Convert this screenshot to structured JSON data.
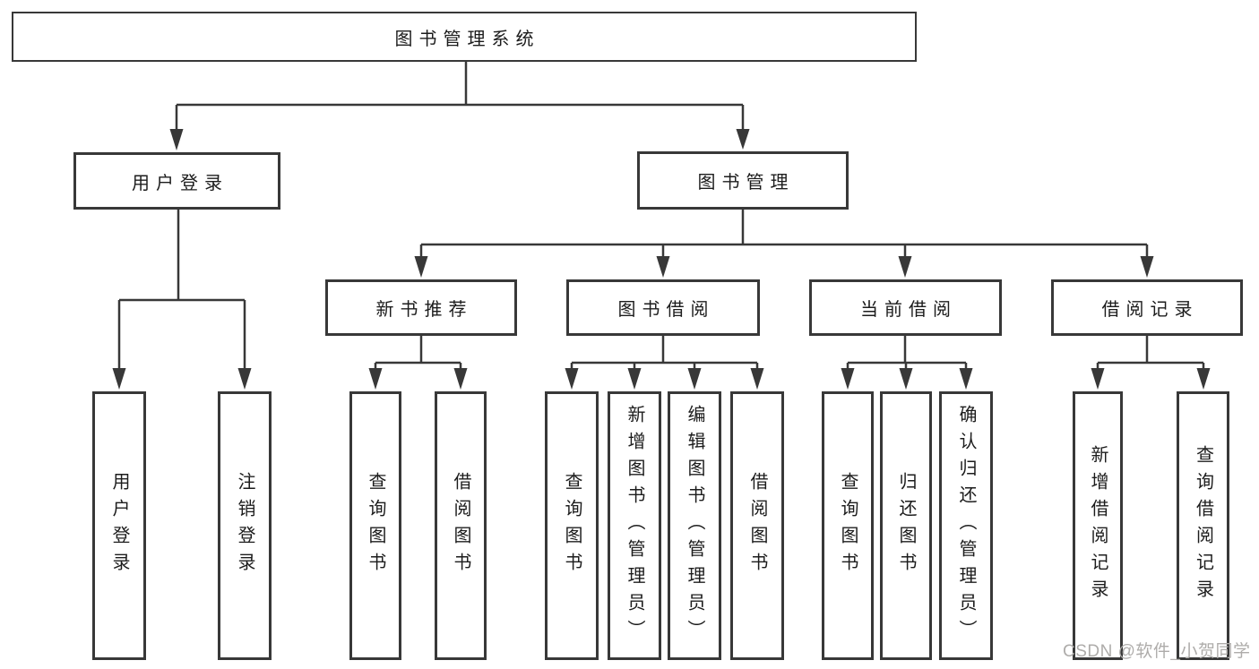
{
  "diagram": {
    "root": {
      "label": "图书管理系统",
      "children": [
        {
          "label": "用户登录",
          "children": [
            {
              "label": "用户登录"
            },
            {
              "label": "注销登录"
            }
          ]
        },
        {
          "label": "图书管理",
          "children": [
            {
              "label": "新书推荐",
              "children": [
                {
                  "label": "查询图书"
                },
                {
                  "label": "借阅图书"
                }
              ]
            },
            {
              "label": "图书借阅",
              "children": [
                {
                  "label": "查询图书"
                },
                {
                  "label": "新增图书（管理员）"
                },
                {
                  "label": "编辑图书（管理员）"
                },
                {
                  "label": "借阅图书"
                }
              ]
            },
            {
              "label": "当前借阅",
              "children": [
                {
                  "label": "查询图书"
                },
                {
                  "label": "归还图书"
                },
                {
                  "label": "确认归还（管理员）"
                }
              ]
            },
            {
              "label": "借阅记录",
              "children": [
                {
                  "label": "新增借阅记录"
                },
                {
                  "label": "查询借阅记录"
                }
              ]
            }
          ]
        }
      ]
    },
    "colors": {
      "line": "#383838",
      "text": "#1c1c1c",
      "background": "#ffffff",
      "watermark": "#aeacaa"
    }
  },
  "watermark": {
    "text": "CSDN @软件_小贺同学"
  }
}
